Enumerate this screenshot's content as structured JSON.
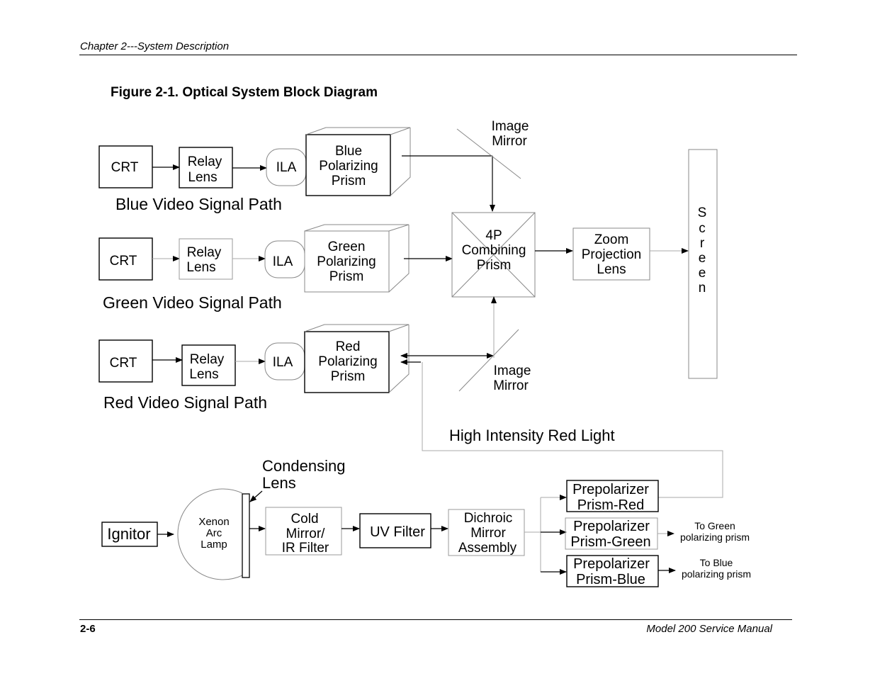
{
  "header": {
    "chapter": "Chapter 2---System Description"
  },
  "figure": {
    "title": "Figure 2-1.  Optical System Block Diagram"
  },
  "footer": {
    "page": "2-6",
    "manual": "Model 200 Service Manual"
  },
  "blocks": {
    "crt": "CRT",
    "relay_lens": [
      "Relay",
      "Lens"
    ],
    "ila": "ILA",
    "blue_prism": [
      "Blue",
      "Polarizing",
      "Prism"
    ],
    "green_prism": [
      "Green",
      "Polarizing",
      "Prism"
    ],
    "red_prism": [
      "Red",
      "Polarizing",
      "Prism"
    ],
    "combining_prism": [
      "4P",
      "Combining",
      "Prism"
    ],
    "zoom_lens": [
      "Zoom",
      "Projection",
      "Lens"
    ],
    "screen": [
      "S",
      "c",
      "r",
      "e",
      "e",
      "n"
    ],
    "image_mirror": [
      "Image",
      "Mirror"
    ],
    "ignitor": "Ignitor",
    "xenon_lamp": [
      "Xenon",
      "Arc",
      "Lamp"
    ],
    "condensing_lens": [
      "Condensing",
      "Lens"
    ],
    "cold_mirror": [
      "Cold",
      "Mirror/",
      "IR Filter"
    ],
    "uv_filter": "UV Filter",
    "dichroic": [
      "Dichroic",
      "Mirror",
      "Assembly"
    ],
    "prepol_red": [
      "Prepolarizer",
      "Prism-Red"
    ],
    "prepol_green": [
      "Prepolarizer",
      "Prism-Green"
    ],
    "prepol_blue": [
      "Prepolarizer",
      "Prism-Blue"
    ],
    "to_green": [
      "To Green",
      "polarizing prism"
    ],
    "to_blue": [
      "To Blue",
      "polarizing prism"
    ]
  },
  "labels": {
    "blue_path": "Blue Video Signal Path",
    "green_path": "Green Video Signal Path",
    "red_path": "Red Video Signal Path",
    "high_intensity": "High Intensity Red Light"
  }
}
